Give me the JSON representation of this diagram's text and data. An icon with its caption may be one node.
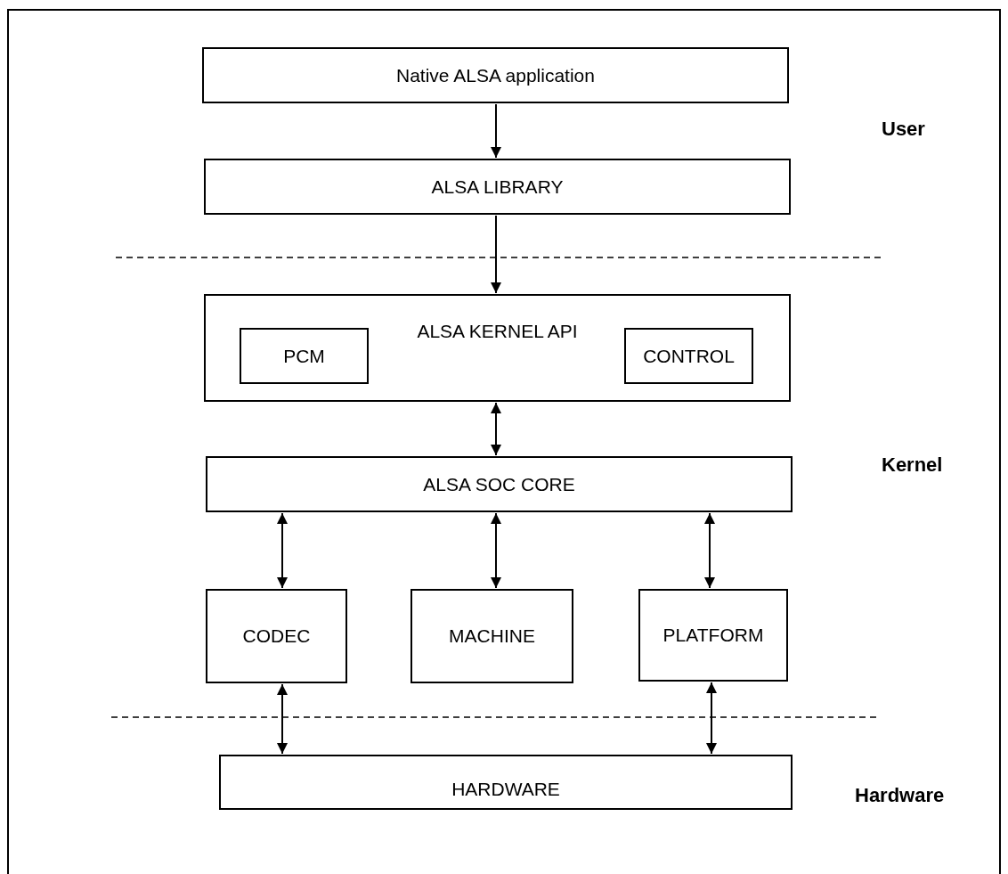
{
  "diagram": {
    "nodes": [
      {
        "text": [
          "Native ALSA application"
        ]
      },
      {
        "text": [
          "ALSA LIBRARY"
        ]
      },
      {
        "text": [
          "ALSA KERNEL API"
        ]
      },
      {
        "text": [
          "PCM"
        ],
        "in": 2
      },
      {
        "text": [
          "CONTROL"
        ],
        "in": 2
      },
      {
        "text": [
          "ALSA SOC CORE"
        ]
      },
      {
        "text": [
          "CODEC"
        ]
      },
      {
        "text": [
          "MACHINE"
        ]
      },
      {
        "text": [
          "PLATFORM"
        ]
      },
      {
        "text": [
          "HARDWARE"
        ]
      }
    ],
    "edges": [
      {
        "from": 0,
        "to": 1,
        "arrow": "to"
      },
      {
        "from": 1,
        "to": 2,
        "arrow": "to"
      },
      {
        "from": 5,
        "to": 2,
        "arrow": "both"
      },
      {
        "from": 5,
        "to": 6,
        "arrow": "both"
      },
      {
        "from": 5,
        "to": 7,
        "arrow": "both"
      },
      {
        "from": 5,
        "to": 8,
        "arrow": "both"
      },
      {
        "from": 6,
        "to": 9,
        "arrow": "both"
      },
      {
        "from": 8,
        "to": 9,
        "arrow": "both"
      }
    ],
    "labels": [
      "User",
      "Kernel",
      "Hardware"
    ]
  }
}
